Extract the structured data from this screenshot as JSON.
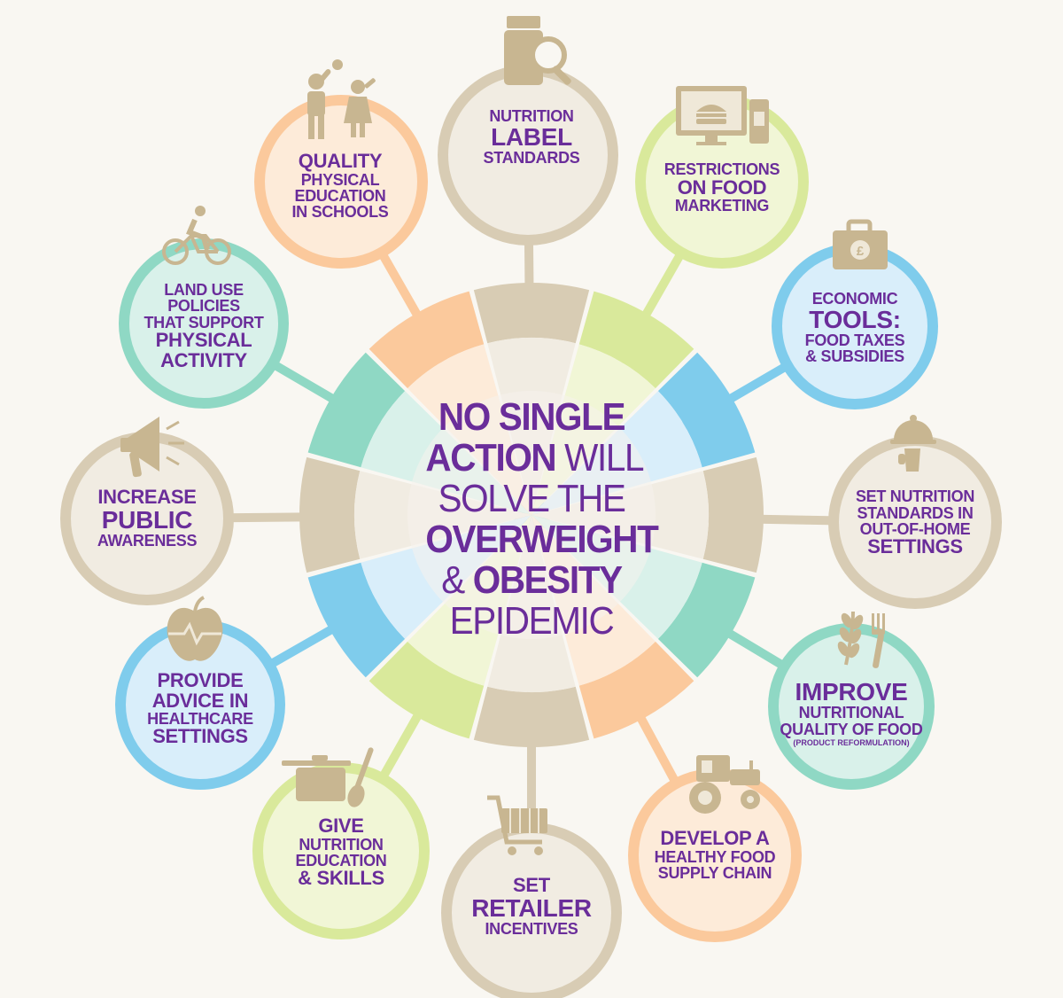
{
  "center": {
    "line1": "NO SINGLE",
    "line2_bold": "ACTION",
    "line2_thin": " WILL",
    "line3": "SOLVE THE",
    "line4": "OVERWEIGHT",
    "line5_thin": "& ",
    "line5_bold": "OBESITY",
    "line6": "EPIDEMIC"
  },
  "nodes": {
    "nutrition_label": {
      "icon": "jar-magnifier-icon",
      "l1": "NUTRITION",
      "l2": "LABEL",
      "l3": "STANDARDS"
    },
    "food_marketing": {
      "icon": "computer-burger-icon",
      "l1": "RESTRICTIONS",
      "l2": "ON FOOD",
      "l3": "MARKETING"
    },
    "economic_tools": {
      "icon": "briefcase-pound-icon",
      "l1": "ECONOMIC",
      "l2": "TOOLS:",
      "l3": "FOOD TAXES",
      "l4": "& SUBSIDIES"
    },
    "out_of_home": {
      "icon": "cloche-hand-icon",
      "l1": "SET NUTRITION",
      "l2": "STANDARDS IN",
      "l3": "OUT-OF-HOME",
      "l4": "SETTINGS"
    },
    "reformulation": {
      "icon": "wheat-fork-icon",
      "l1": "IMPROVE",
      "l2": "NUTRITIONAL",
      "l3": "QUALITY OF FOOD",
      "l4": "(PRODUCT REFORMULATION)"
    },
    "supply_chain": {
      "icon": "tractor-icon",
      "l1": "DEVELOP A",
      "l2": "HEALTHY FOOD",
      "l3": "SUPPLY CHAIN"
    },
    "retailer": {
      "icon": "shopping-cart-icon",
      "l1": "SET",
      "l2": "RETAILER",
      "l3": "INCENTIVES"
    },
    "nutrition_education": {
      "icon": "cooking-pot-spoon-icon",
      "l1": "GIVE",
      "l2": "NUTRITION",
      "l3": "EDUCATION",
      "l4": "& SKILLS"
    },
    "healthcare_advice": {
      "icon": "apple-heartbeat-icon",
      "l1": "PROVIDE",
      "l2": "ADVICE IN",
      "l3": "HEALTHCARE",
      "l4": "SETTINGS"
    },
    "public_awareness": {
      "icon": "megaphone-icon",
      "l1": "INCREASE",
      "l2": "PUBLIC",
      "l3": "AWARENESS"
    },
    "land_use": {
      "icon": "cyclist-icon",
      "l1": "LAND USE",
      "l2": "POLICIES",
      "l3": "THAT SUPPORT",
      "l4": "PHYSICAL",
      "l5": "ACTIVITY"
    },
    "physical_education": {
      "icon": "children-ball-icon",
      "l1": "QUALITY",
      "l2": "PHYSICAL",
      "l3": "EDUCATION",
      "l4": "IN SCHOOLS"
    }
  },
  "colors": {
    "tan": "#d8ccb4",
    "tan_light": "#f1ece2",
    "peach": "#fbc99c",
    "peach_light": "#fdebd9",
    "lime": "#d9e99b",
    "lime_light": "#f1f6d6",
    "blue": "#7fccec",
    "blue_light": "#d9eefa",
    "teal": "#8fd8c4",
    "teal_light": "#d9f1ea",
    "purple": "#6a2d9a",
    "icon": "#c8b691"
  }
}
